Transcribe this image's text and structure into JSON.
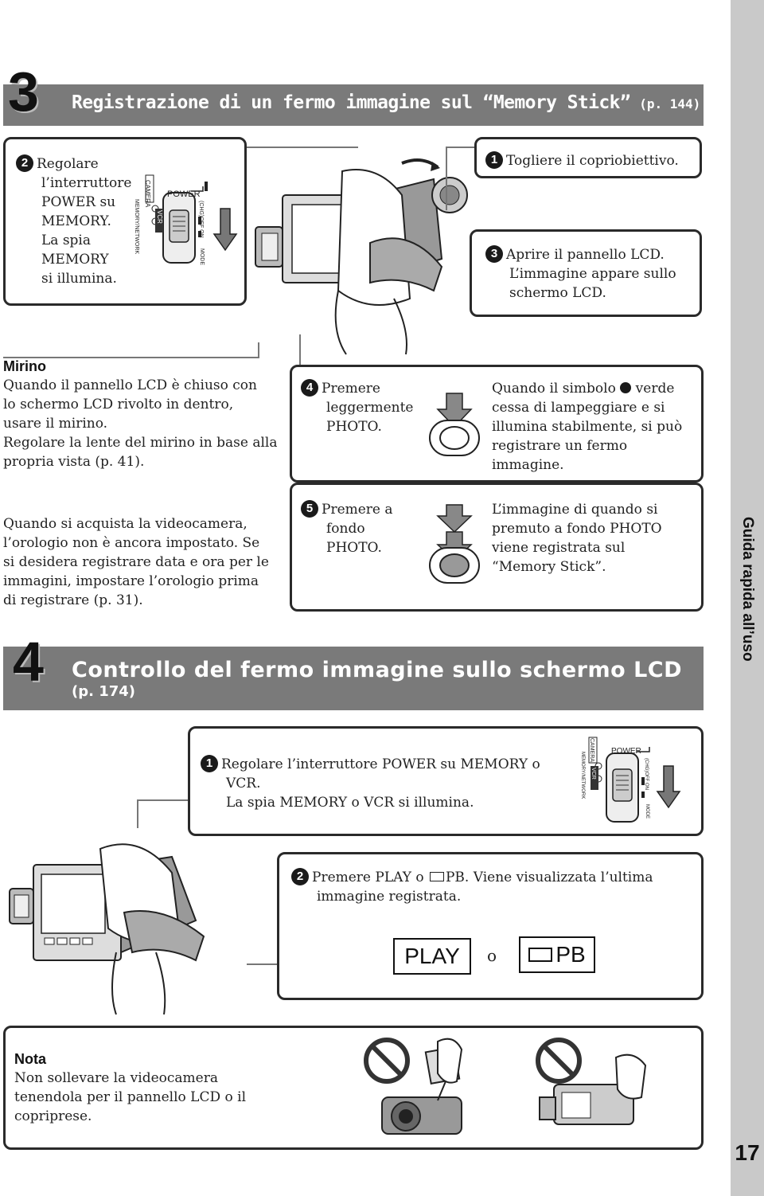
{
  "section3": {
    "number": "3",
    "title": "Registrazione di un fermo immagine sul “Memory Stick”",
    "ref": "(p. 144)"
  },
  "step2_box": {
    "num": "2",
    "lines": [
      "Regolare",
      "l’interruttore",
      "POWER su",
      "MEMORY.",
      "La spia",
      "MEMORY",
      "si illumina."
    ]
  },
  "switch": {
    "power": "POWER",
    "camera": "CAMERA",
    "vcr": "VCR",
    "memory": "MEMORY/NETWORK",
    "chg": "(CHG)OFF ON",
    "mode": "MODE"
  },
  "step1_box": {
    "num": "1",
    "text": "Togliere il copriobiettivo."
  },
  "step3_box": {
    "num": "3",
    "lines": [
      "Aprire il pannello LCD.",
      "L’immagine appare sullo",
      "schermo LCD."
    ]
  },
  "mirino": {
    "heading": "Mirino",
    "lines": [
      "Quando il pannello LCD è chiuso con",
      "lo schermo LCD rivolto in dentro,",
      "usare il mirino.",
      "Regolare la lente del mirino in base alla",
      "propria vista (p. 41)."
    ]
  },
  "clock_note": {
    "lines": [
      "Quando si acquista la videocamera,",
      "l’orologio non è ancora impostato. Se",
      "si desidera registrare data e ora per le",
      "immagini, impostare l’orologio prima",
      "di registrare (p. 31)."
    ]
  },
  "step4_box": {
    "num": "4",
    "lines": [
      "Premere",
      "leggermente",
      "PHOTO."
    ],
    "desc_before": "Quando il simbolo",
    "desc_after": "verde",
    "desc_lines": [
      "cessa di lampeggiare e si",
      "illumina stabilmente, si può",
      "registrare un fermo",
      "immagine."
    ]
  },
  "step5_box": {
    "num": "5",
    "lines": [
      "Premere a",
      "fondo",
      "PHOTO."
    ],
    "desc_lines": [
      "L’immagine di quando si",
      "premuto a fondo PHOTO",
      "viene registrata sul",
      "“Memory Stick”."
    ]
  },
  "section4": {
    "number": "4",
    "title": "Controllo del fermo immagine sullo schermo LCD",
    "ref": "(p. 174)"
  },
  "sec4_step1": {
    "num": "1",
    "lines": [
      "Regolare l’interruttore POWER su MEMORY o",
      "VCR.",
      "La spia MEMORY o VCR si illumina."
    ]
  },
  "sec4_step2": {
    "num": "2",
    "lines": [
      "Premere PLAY o",
      "PB. Viene visualizzata l’ultima",
      "immagine registrata."
    ],
    "play_label": "PLAY",
    "or": "o",
    "pb_label": "PB"
  },
  "nota": {
    "heading": "Nota",
    "lines": [
      "Non sollevare la videocamera",
      "tenendola per il pannello LCD o il",
      "copriprese."
    ]
  },
  "side_tab": "Guida rapida all’uso",
  "page_number": "17"
}
